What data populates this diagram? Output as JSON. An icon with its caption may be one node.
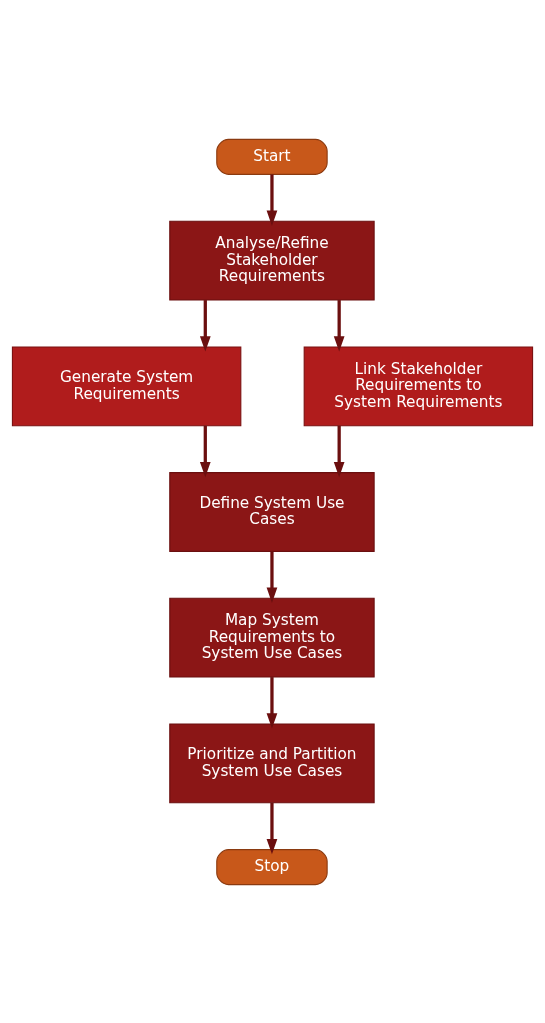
{
  "diagram": {
    "nodes": [
      {
        "text": [
          "Start"
        ]
      },
      {
        "text": [
          "Analyse/Refine Stakeholder Requirements"
        ]
      },
      {
        "text": [
          "Generate System Requirements"
        ]
      },
      {
        "text": [
          "Link Stakeholder Requirements to System Requirements"
        ]
      },
      {
        "text": [
          "Define System Use Cases"
        ]
      },
      {
        "text": [
          "Map System Requirements to System Use Cases"
        ]
      },
      {
        "text": [
          "Prioritize and Partition System Use Cases"
        ]
      },
      {
        "text": [
          "Stop"
        ]
      }
    ],
    "edges": [
      {
        "from": 0,
        "to": 1,
        "arrow": "to"
      },
      {
        "from": 1,
        "to": 2,
        "arrow": "to"
      },
      {
        "from": 1,
        "to": 3,
        "arrow": "to"
      },
      {
        "from": 2,
        "to": 4,
        "arrow": "to"
      },
      {
        "from": 3,
        "to": 4,
        "arrow": "to"
      },
      {
        "from": 4,
        "to": 5,
        "arrow": "to"
      },
      {
        "from": 5,
        "to": 6,
        "arrow": "to"
      },
      {
        "from": 6,
        "to": 7,
        "arrow": "to"
      }
    ]
  }
}
